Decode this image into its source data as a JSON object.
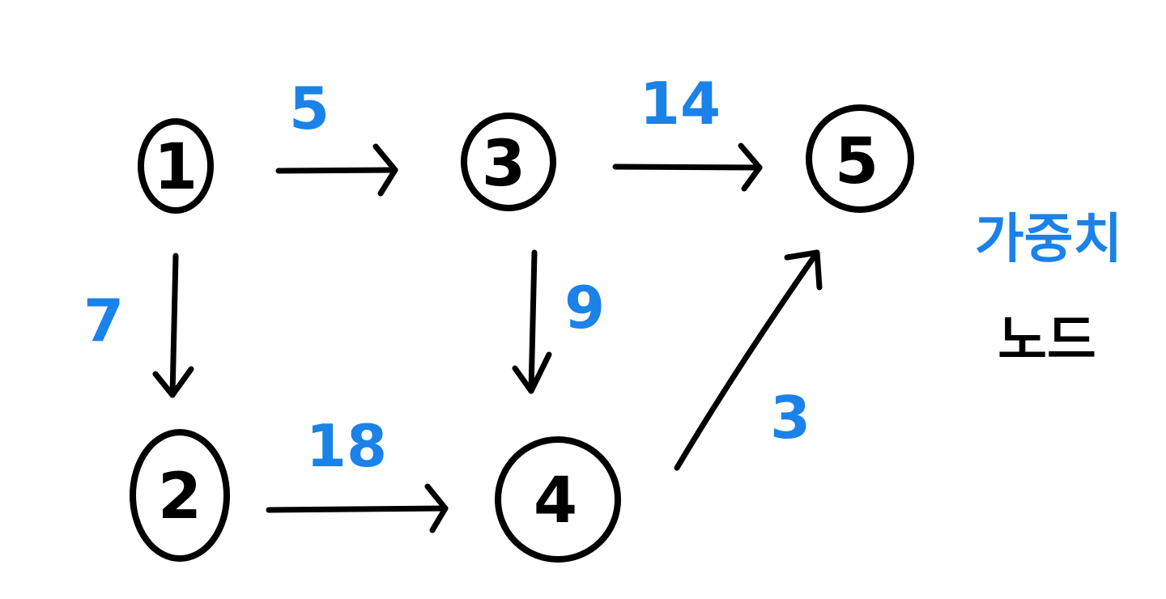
{
  "colors": {
    "ink": "#000000",
    "weight": "#1a82e8"
  },
  "nodes": [
    {
      "id": "node-1",
      "label": "1"
    },
    {
      "id": "node-2",
      "label": "2"
    },
    {
      "id": "node-3",
      "label": "3"
    },
    {
      "id": "node-4",
      "label": "4"
    },
    {
      "id": "node-5",
      "label": "5"
    }
  ],
  "edges": [
    {
      "from": "1",
      "to": "3",
      "weight": "5"
    },
    {
      "from": "1",
      "to": "2",
      "weight": "7"
    },
    {
      "from": "3",
      "to": "5",
      "weight": "14"
    },
    {
      "from": "3",
      "to": "4",
      "weight": "9"
    },
    {
      "from": "2",
      "to": "4",
      "weight": "18"
    },
    {
      "from": "4",
      "to": "5",
      "weight": "3"
    }
  ],
  "legend": {
    "weight_label": "가중치",
    "node_label": "노드"
  }
}
